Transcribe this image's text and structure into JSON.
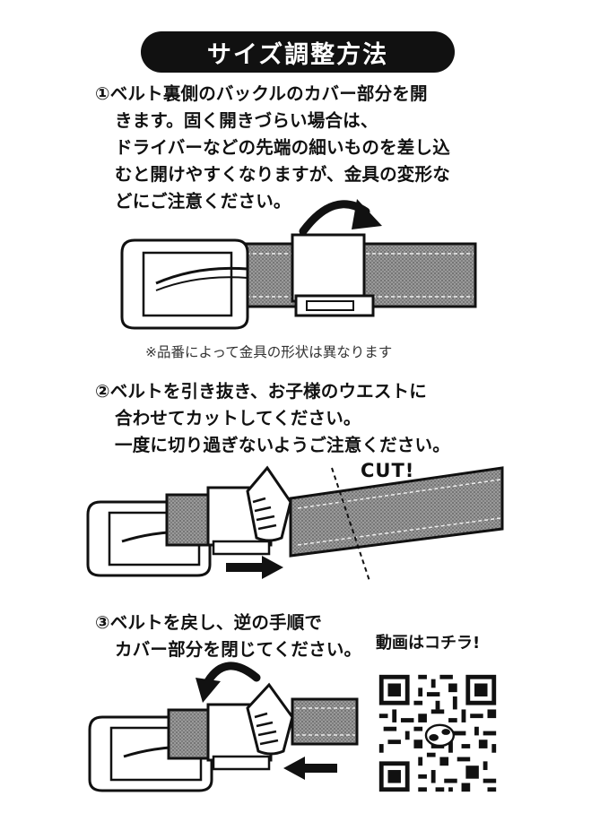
{
  "title": "サイズ調整方法",
  "step1": {
    "number": "①",
    "lines": [
      "ベルト裏側のバックルのカバー部分を開",
      "きます。固く開きづらい場合は、",
      "ドライバーなどの先端の細いものを差し込",
      "むと開けやすくなりますが、金具の変形な",
      "どにご注意ください。"
    ],
    "note": "※品番によって金具の形状は異なります"
  },
  "step2": {
    "number": "②",
    "lines": [
      "ベルトを引き抜き、お子様のウエストに",
      "合わせてカットしてください。",
      "一度に切り過ぎないようご注意ください。"
    ],
    "cut_label": "CUT!"
  },
  "step3": {
    "number": "③",
    "lines": [
      "ベルトを戻し、逆の手順で",
      "カバー部分を閉じてください。"
    ]
  },
  "video": {
    "label": "動画はコチラ!",
    "icon": "qr-code-icon"
  },
  "colors": {
    "ink": "#111111",
    "belt_fill": "#8c8c8c",
    "paper": "#ffffff"
  }
}
